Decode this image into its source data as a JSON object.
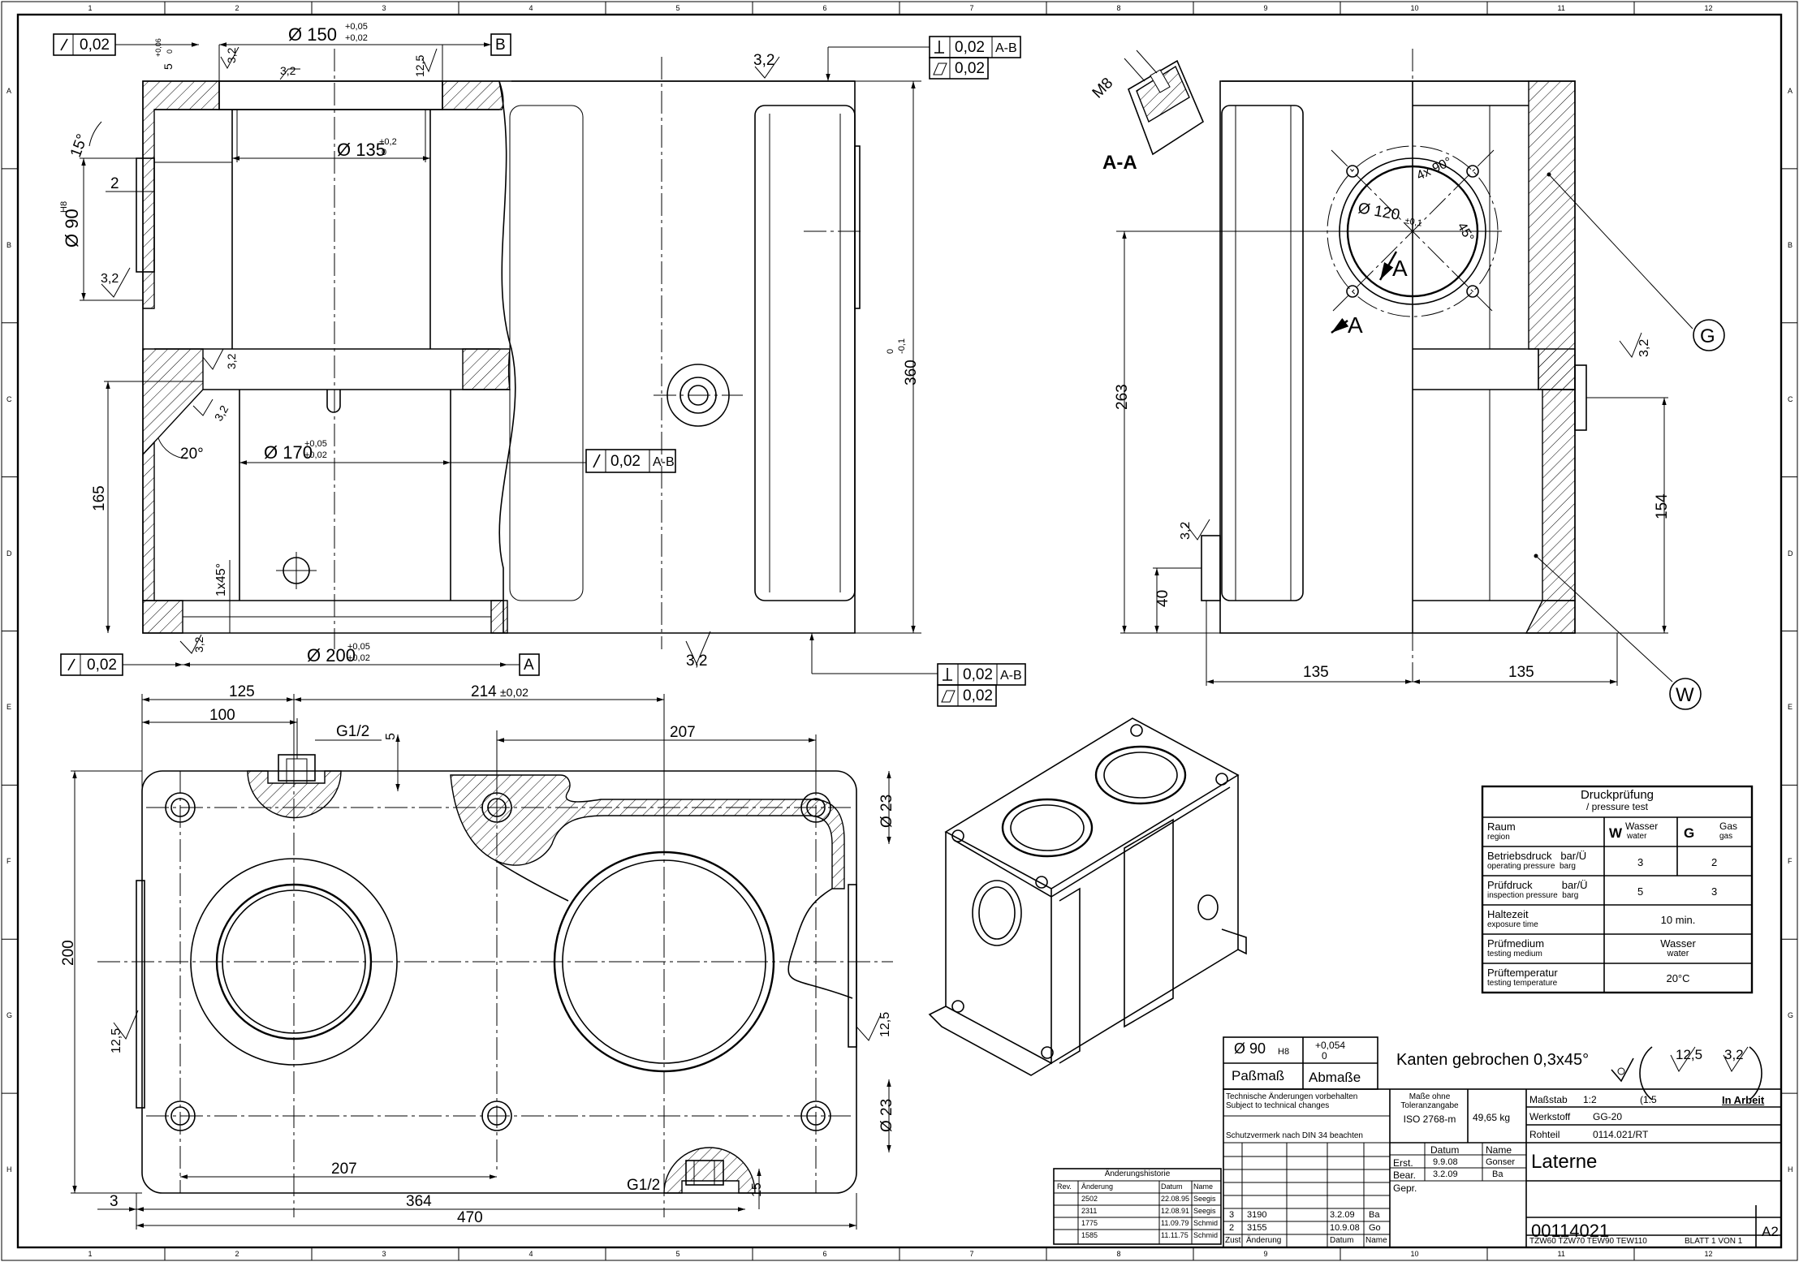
{
  "border": {
    "columns": [
      "1",
      "2",
      "3",
      "4",
      "5",
      "6",
      "7",
      "8",
      "9",
      "10",
      "11",
      "12"
    ],
    "rows": [
      "A",
      "B",
      "C",
      "D",
      "E",
      "F",
      "G",
      "H"
    ]
  },
  "view_front": {
    "gdt_runout_top": "0,02",
    "datum_b": "B",
    "dim_bore_top": "Ø 150",
    "dim_bore_top_tol_upper": "+0,05",
    "dim_bore_top_tol_lower": "+0,02",
    "dim_5": "5",
    "dim_5_tol_upper": "+0,06",
    "dim_5_tol_lower": "0",
    "rough_32_a": "3,2",
    "rough_32_b": "3,2",
    "rough_125": "12,5",
    "dim_bore_135": "Ø 135",
    "dim_bore_135_tol_upper": "+0,2",
    "dim_bore_135_tol_lower": "0",
    "angle_15": "15°",
    "dim_2": "2",
    "dim_90": "Ø 90",
    "dim_90_fit": "H8",
    "rough_32_c": "3,2",
    "rough_32_d": "3,2",
    "rough_32_e": "3,2",
    "angle_20": "20°",
    "dim_170": "Ø 170",
    "dim_170_tol_upper": "+0,05",
    "dim_170_tol_lower": "+0,02",
    "gdt_runout_mid": "0,02",
    "gdt_runout_mid_datum": "A-B",
    "dim_165": "165",
    "chamfer": "1x45°",
    "rough_32_f": "3,2",
    "gdt_runout_bot": "0,02",
    "dim_200": "Ø 200",
    "dim_200_tol_upper": "+0,05",
    "dim_200_tol_lower": "+0,02",
    "datum_a": "A",
    "rough_32_g": "3,2"
  },
  "view_side": {
    "rough_32": "3,2",
    "gdt_perp_top": "0,02",
    "gdt_perp_top_datum": "A-B",
    "gdt_flat_top": "0,02",
    "dim_360": "360",
    "dim_360_tol_upper": "0",
    "dim_360_tol_lower": "-0,1",
    "gdt_perp_bot": "0,02",
    "gdt_perp_bot_datum": "A-B",
    "gdt_flat_bot": "0,02"
  },
  "section_aa": {
    "label": "A-A",
    "thread": "M8"
  },
  "view_right": {
    "dim_120": "Ø 120",
    "dim_120_tol": "±0,1",
    "pattern": "4x 90°",
    "angle_45": "45°",
    "section_mark_1": "A",
    "section_mark_2": "A",
    "balloon_g": "G",
    "balloon_w": "W",
    "dim_263": "263",
    "dim_40": "40",
    "dim_154": "154",
    "dim_135_left": "135",
    "dim_135_right": "135",
    "rough_32_a": "3,2",
    "rough_32_b": "3,2"
  },
  "view_top": {
    "dim_125": "125",
    "dim_214": "214",
    "dim_214_tol": "±0,02",
    "dim_100": "100",
    "thread_top": "G1/2",
    "dim_5": "5",
    "dim_207_top": "207",
    "dim_23_top": "Ø 23",
    "dim_200": "200",
    "rough_125_left": "12,5",
    "rough_125_right": "12,5",
    "dim_23_bot": "Ø 23",
    "dim_207_bot": "207",
    "thread_bot": "G1/2",
    "dim_15": "15",
    "dim_3": "3",
    "dim_364": "364",
    "dim_470": "470"
  },
  "pressure_table": {
    "title": "Druckprüfung",
    "title_en": "/ pressure test",
    "rows": [
      {
        "label": "Raum",
        "label_en": "region",
        "w_head": "W",
        "w_de": "Wasser",
        "w_en": "water",
        "g_head": "G",
        "g_de": "Gas",
        "g_en": "gas"
      },
      {
        "label": "Betriebsdruck   bar/Ü",
        "label_en": "operating pressure  barg",
        "w": "3",
        "g": "2"
      },
      {
        "label": "Prüfdruck          bar/Ü",
        "label_en": "inspection pressure  barg",
        "w": "5",
        "g": "3"
      },
      {
        "label": "Haltezeit",
        "label_en": "exposure time",
        "value": "10 min."
      },
      {
        "label": "Prüfmedium",
        "label_en": "testing medium",
        "value": "Wasser",
        "value_en": "water"
      },
      {
        "label": "Prüftemperatur",
        "label_en": "testing temperature",
        "value": "20°C"
      }
    ]
  },
  "fit_table": {
    "dim": "Ø 90",
    "fit": "H8",
    "tol_upper": "+0,054",
    "tol_lower": "0",
    "head_left": "Paßmaß",
    "head_right": "Abmaße"
  },
  "notes": {
    "edges": "Kanten gebrochen 0,3x45°",
    "rough_main": "12,5",
    "rough_other": "3,2"
  },
  "title_block": {
    "tech_note_de": "Technische Änderungen vorbehalten",
    "tech_note_en": "Subject to technical changes",
    "protection": "Schutzvermerk nach DIN 34 beachten",
    "tol_general_1": "Maße ohne",
    "tol_general_2": "Toleranzangabe",
    "tol_standard": "ISO 2768-m",
    "weight": "49,65 kg",
    "scale_label": "Maßstab",
    "scale": "1:2",
    "scale_alt": "(1:5",
    "status": "In Arbeit",
    "material_label": "Werkstoff",
    "material": "GG-20",
    "raw_label": "Rohteil",
    "raw": "0114.021/RT",
    "col_date": "Datum",
    "col_name": "Name",
    "erst": "Erst.",
    "erst_date": "9.9.08",
    "erst_name": "Gonser",
    "bear": "Bear.",
    "bear_date": "3.2.09",
    "bear_name": "Ba",
    "gepr": "Gepr.",
    "title": "Laterne",
    "part_no": "00114021",
    "format": "A2",
    "variants": "TZW60 TZW70 TEW90 TEW110",
    "sheet": "BLATT 1 VON 1",
    "changes": [
      {
        "zust": "3",
        "aend": "3190",
        "date": "3.2.09",
        "name": "Ba"
      },
      {
        "zust": "2",
        "aend": "3155",
        "date": "10.9.08",
        "name": "Go"
      }
    ],
    "col_zust": "Zust",
    "col_aend": "Änderung",
    "col_datum": "Datum",
    "col_name2": "Name"
  },
  "change_history": {
    "title": "Änderungshistorie",
    "headers": [
      "Rev.",
      "Änderung",
      "Datum",
      "Name"
    ],
    "rows": [
      {
        "rev": "",
        "chg": "2502",
        "date": "22.08.95",
        "name": "Seegis"
      },
      {
        "rev": "",
        "chg": "2311",
        "date": "12.08.91",
        "name": "Seegis"
      },
      {
        "rev": "",
        "chg": "1775",
        "date": "11.09.79",
        "name": "Schmid"
      },
      {
        "rev": "",
        "chg": "1585",
        "date": "11.11.75",
        "name": "Schmid"
      }
    ]
  }
}
